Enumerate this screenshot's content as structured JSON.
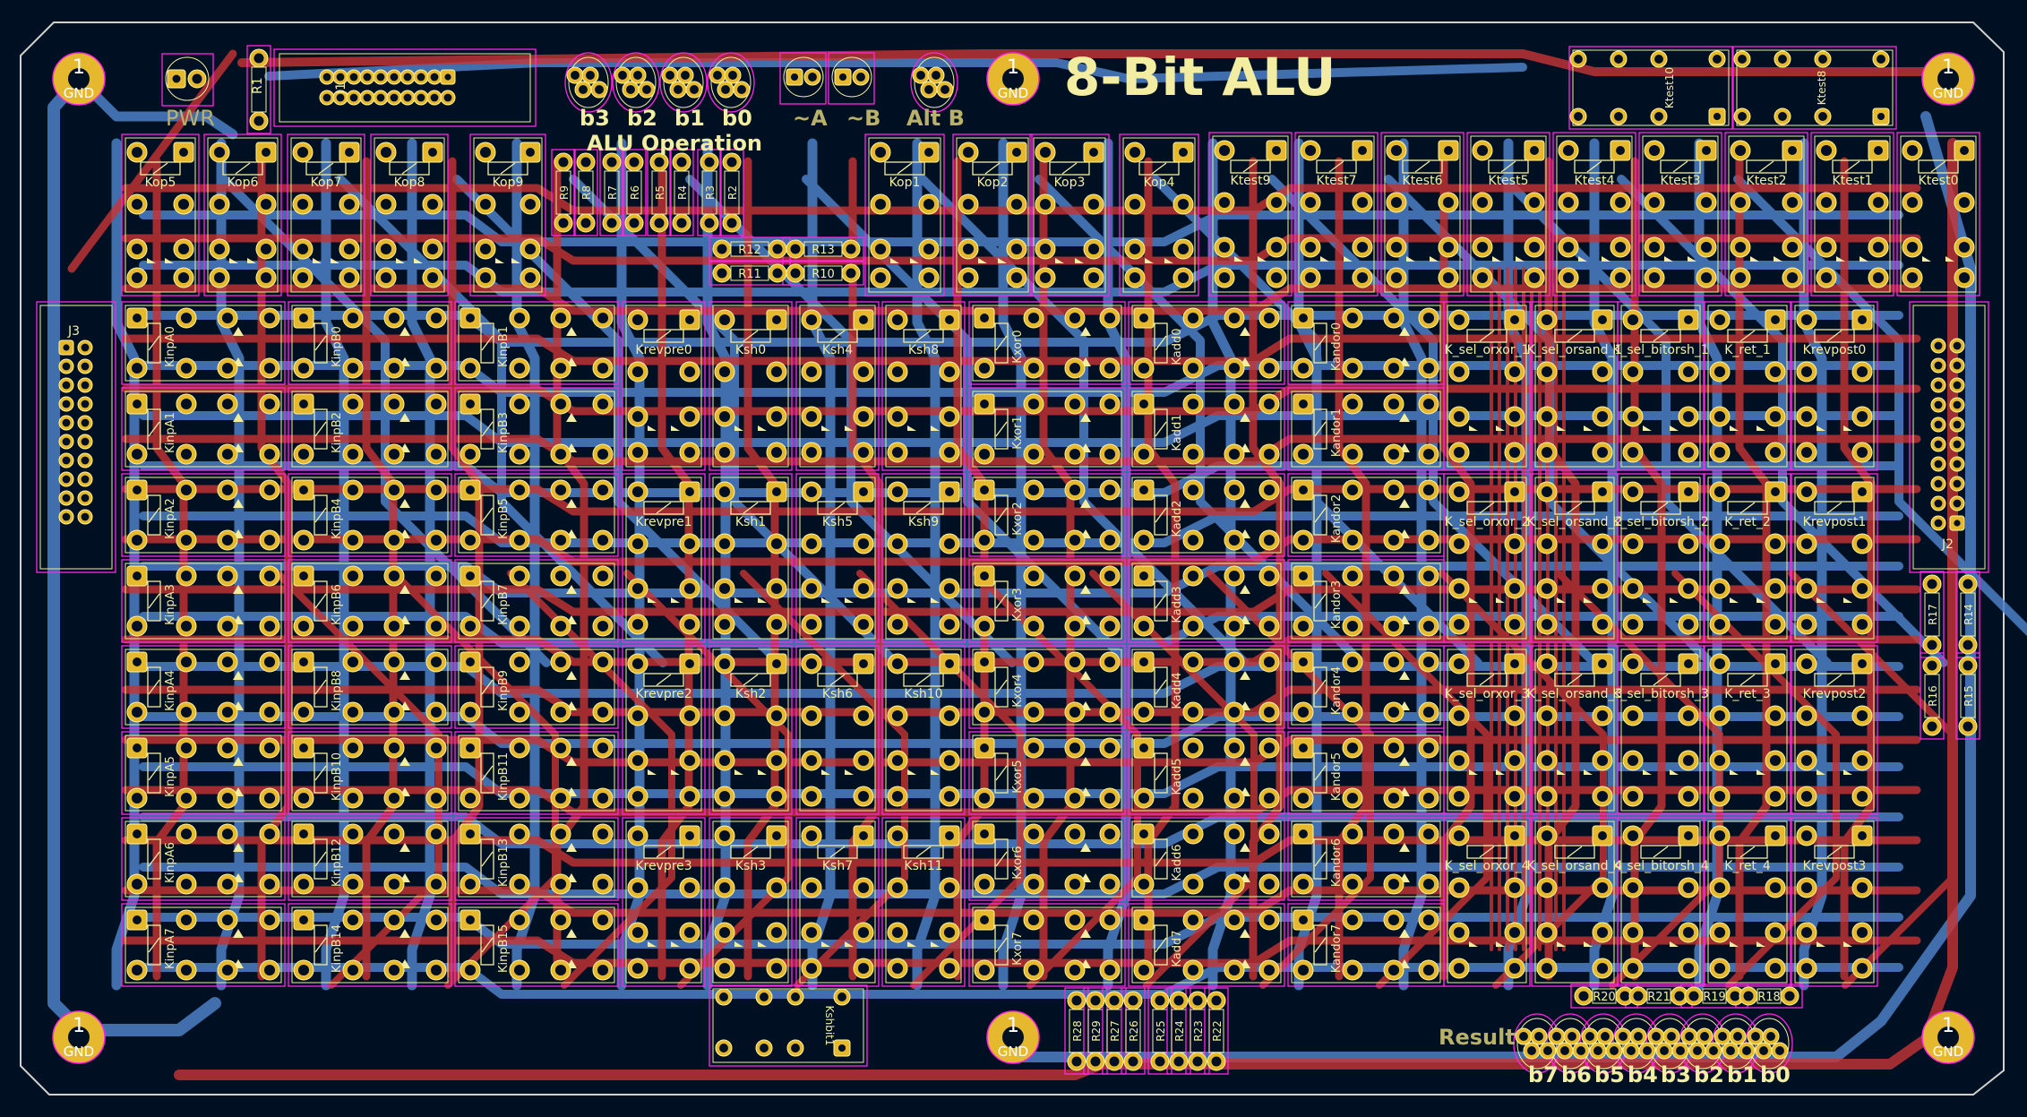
{
  "board": {
    "title": "8-Bit ALU",
    "colors": {
      "background": "#001023",
      "edge_cuts": "#d0d2cd",
      "front_copper": "#c83434",
      "back_copper": "#4d7fc4",
      "pad": "#e6b82e",
      "silkscreen": "#f2eda1",
      "courtyard": "#ff26e2"
    }
  },
  "mounting_holes": [
    {
      "id": "mh-top-left",
      "pin": "1",
      "net": "GND"
    },
    {
      "id": "mh-top-center",
      "pin": "1",
      "net": "GND"
    },
    {
      "id": "mh-top-right",
      "pin": "1",
      "net": "GND"
    },
    {
      "id": "mh-bottom-left",
      "pin": "1",
      "net": "GND"
    },
    {
      "id": "mh-bottom-center",
      "pin": "1",
      "net": "GND"
    },
    {
      "id": "mh-bottom-right",
      "pin": "1",
      "net": "GND"
    }
  ],
  "labels": {
    "pwr": "PWR",
    "alu_operation": "ALU Operation",
    "op_bits": [
      "b3",
      "b2",
      "b1",
      "b0"
    ],
    "not_a": "~A",
    "not_b": "~B",
    "alt_b": "Alt B",
    "result": "Result",
    "result_bits": [
      "b7",
      "b6",
      "b5",
      "b4",
      "b3",
      "b2",
      "b1",
      "b0"
    ],
    "j1": "J1",
    "j2": "J2",
    "j3": "J3",
    "r1": "R1"
  },
  "op_resistors": [
    "R9",
    "R8",
    "R7",
    "R6",
    "R5",
    "R4",
    "R3",
    "R2"
  ],
  "mid_resistors": [
    "R12",
    "R13",
    "R11",
    "R10"
  ],
  "right_resistors": [
    "R17",
    "R14",
    "R16",
    "R15"
  ],
  "result_resistors": [
    "R20",
    "R21",
    "R19",
    "R18"
  ],
  "bottom_resistors": [
    "R28",
    "R29",
    "R27",
    "R26",
    "R25",
    "R24",
    "R23",
    "R22"
  ],
  "relays": {
    "kop_top": [
      "Kop5",
      "Kop6",
      "Kop7",
      "Kop8",
      "Kop9"
    ],
    "kop_mid": [
      "Kop1",
      "Kop2",
      "Kop3",
      "Kop4"
    ],
    "ktest_top": [
      "Ktest10",
      "Ktest8"
    ],
    "ktest_row": [
      "Ktest9",
      "Ktest7",
      "Ktest6",
      "Ktest5",
      "Ktest4",
      "Ktest3",
      "Ktest2",
      "Ktest1",
      "Ktest0"
    ],
    "kinp_col_a": [
      "KinpA0",
      "KinpA1",
      "KinpA2",
      "KinpA3",
      "KinpA4",
      "KinpA5",
      "KinpA6",
      "KinpA7"
    ],
    "kinp_col_b_even": [
      "KinpB0",
      "KinpB2",
      "KinpB4",
      "KinpB6",
      "KinpB8",
      "KinpB10",
      "KinpB12",
      "KinpB14"
    ],
    "kinp_col_b_odd": [
      "KinpB1",
      "KinpB3",
      "KinpB5",
      "KinpB7",
      "KinpB9",
      "KinpB11",
      "KinpB13",
      "KinpB15"
    ],
    "krevpre": [
      "Krevpre0",
      "Krevpre1",
      "Krevpre2",
      "Krevpre3"
    ],
    "ksh_col1": [
      "Ksh0",
      "Ksh1",
      "Ksh2",
      "Ksh3"
    ],
    "ksh_col2": [
      "Ksh4",
      "Ksh5",
      "Ksh6",
      "Ksh7"
    ],
    "ksh_col3": [
      "Ksh8",
      "Ksh9",
      "Ksh10",
      "Ksh11"
    ],
    "kxor": [
      "Kxor0",
      "Kxor1",
      "Kxor2",
      "Kxor3",
      "Kxor4",
      "Kxor5",
      "Kxor6",
      "Kxor7"
    ],
    "kadd": [
      "Kadd0",
      "Kadd1",
      "Kadd2",
      "Kadd3",
      "Kadd4",
      "Kadd5",
      "Kadd6",
      "Kadd7"
    ],
    "kandor": [
      "Kandor0",
      "Kandor1",
      "Kandor2",
      "Kandor3",
      "Kandor4",
      "Kandor5",
      "Kandor6",
      "Kandor7"
    ],
    "kshbit": "Kshbit1",
    "k_sel_rows": [
      [
        "K_sel_orxor_1",
        "K_sel_orsand_1",
        "K_sel_bitorsh_1",
        "K_ret_1",
        "Krevpost0"
      ],
      [
        "K_sel_orxor_2",
        "K_sel_orsand_2",
        "K_sel_bitorsh_2",
        "K_ret_2",
        "Krevpost1"
      ],
      [
        "K_sel_orxor_3",
        "K_sel_orsand_3",
        "K_sel_bitorsh_3",
        "K_ret_3",
        "Krevpost2"
      ],
      [
        "K_sel_orxor_4",
        "K_sel_orsand_4",
        "K_sel_bitorsh_4",
        "K_ret_4",
        "Krevpost3"
      ]
    ]
  }
}
